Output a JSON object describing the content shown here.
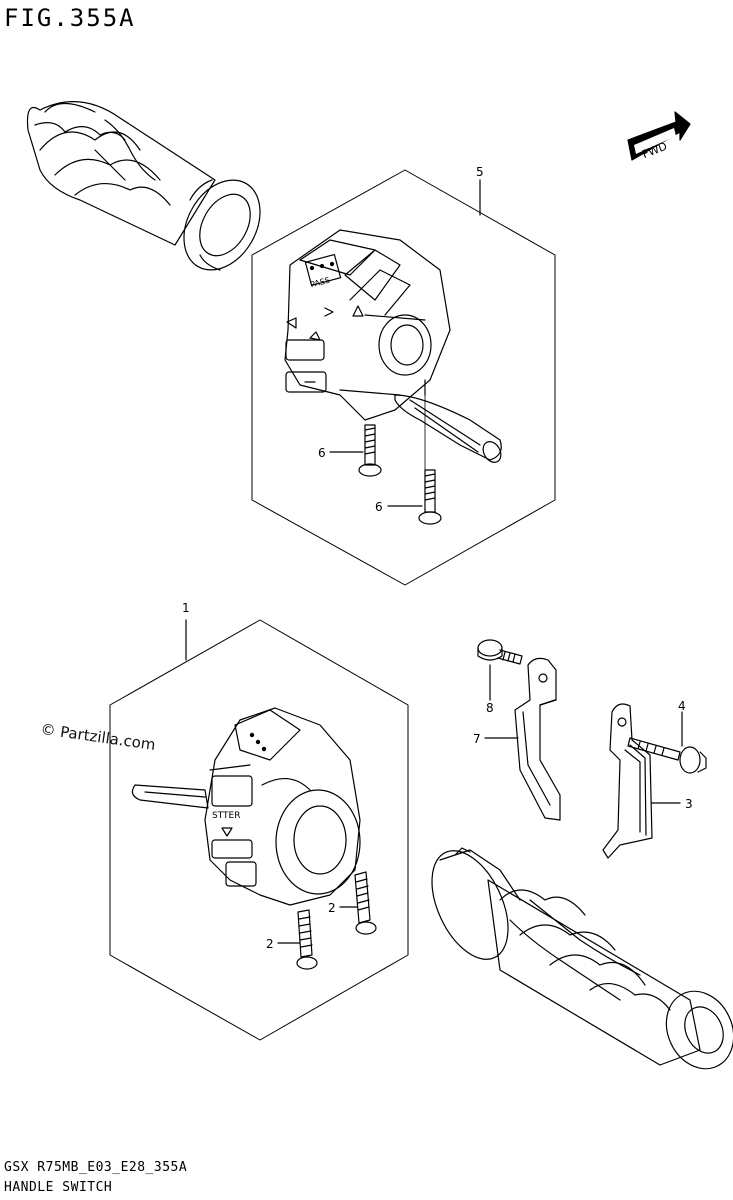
{
  "figure_title": "FIG.355A",
  "footer_code": "GSX R75MB_E03_E28_355A",
  "footer_name": "HANDLE SWITCH",
  "watermark": "© Partzilla.com",
  "direction_label": "FWD",
  "switch_labels": {
    "pass": "PASS",
    "starter": "STTER"
  },
  "callouts": [
    {
      "id": "5",
      "text": "5"
    },
    {
      "id": "6a",
      "text": "6"
    },
    {
      "id": "6b",
      "text": "6"
    },
    {
      "id": "1",
      "text": "1"
    },
    {
      "id": "8",
      "text": "8"
    },
    {
      "id": "7",
      "text": "7"
    },
    {
      "id": "4",
      "text": "4"
    },
    {
      "id": "3",
      "text": "3"
    },
    {
      "id": "2a",
      "text": "2"
    },
    {
      "id": "2b",
      "text": "2"
    }
  ],
  "colors": {
    "line": "#000000",
    "background": "#ffffff"
  }
}
